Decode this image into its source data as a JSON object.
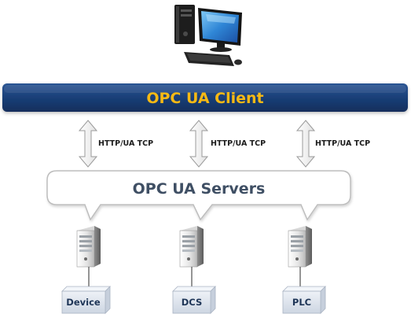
{
  "client": {
    "title": "OPC UA Client",
    "icon": "desktop-computer-icon",
    "bar_color": "#1a3f78",
    "title_color": "#f6b914"
  },
  "links": [
    {
      "label": "HTTP/UA TCP"
    },
    {
      "label": "HTTP/UA TCP"
    },
    {
      "label": "HTTP/UA TCP"
    }
  ],
  "servers": {
    "title": "OPC UA Servers",
    "icon": "server-tower-icon"
  },
  "devices": [
    {
      "label": "Device"
    },
    {
      "label": "DCS"
    },
    {
      "label": "PLC"
    }
  ]
}
